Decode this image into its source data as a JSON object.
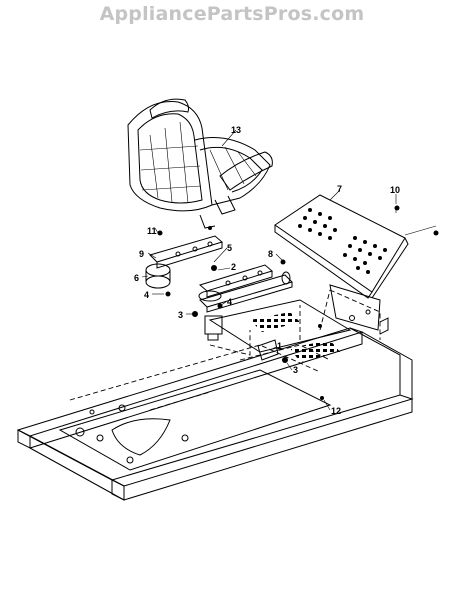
{
  "watermark": "AppliancePartsPros.com",
  "callouts": [
    {
      "id": "13",
      "label": "13"
    },
    {
      "id": "7",
      "label": "7"
    },
    {
      "id": "10",
      "label": "10"
    },
    {
      "id": "11",
      "label": "11"
    },
    {
      "id": "9",
      "label": "9"
    },
    {
      "id": "5",
      "label": "5"
    },
    {
      "id": "8",
      "label": "8"
    },
    {
      "id": "2",
      "label": "2"
    },
    {
      "id": "6",
      "label": "6"
    },
    {
      "id": "4a",
      "label": "4"
    },
    {
      "id": "4b",
      "label": "4"
    },
    {
      "id": "3a",
      "label": "3"
    },
    {
      "id": "1",
      "label": "1"
    },
    {
      "id": "3b",
      "label": "3"
    },
    {
      "id": "12",
      "label": "12"
    }
  ]
}
